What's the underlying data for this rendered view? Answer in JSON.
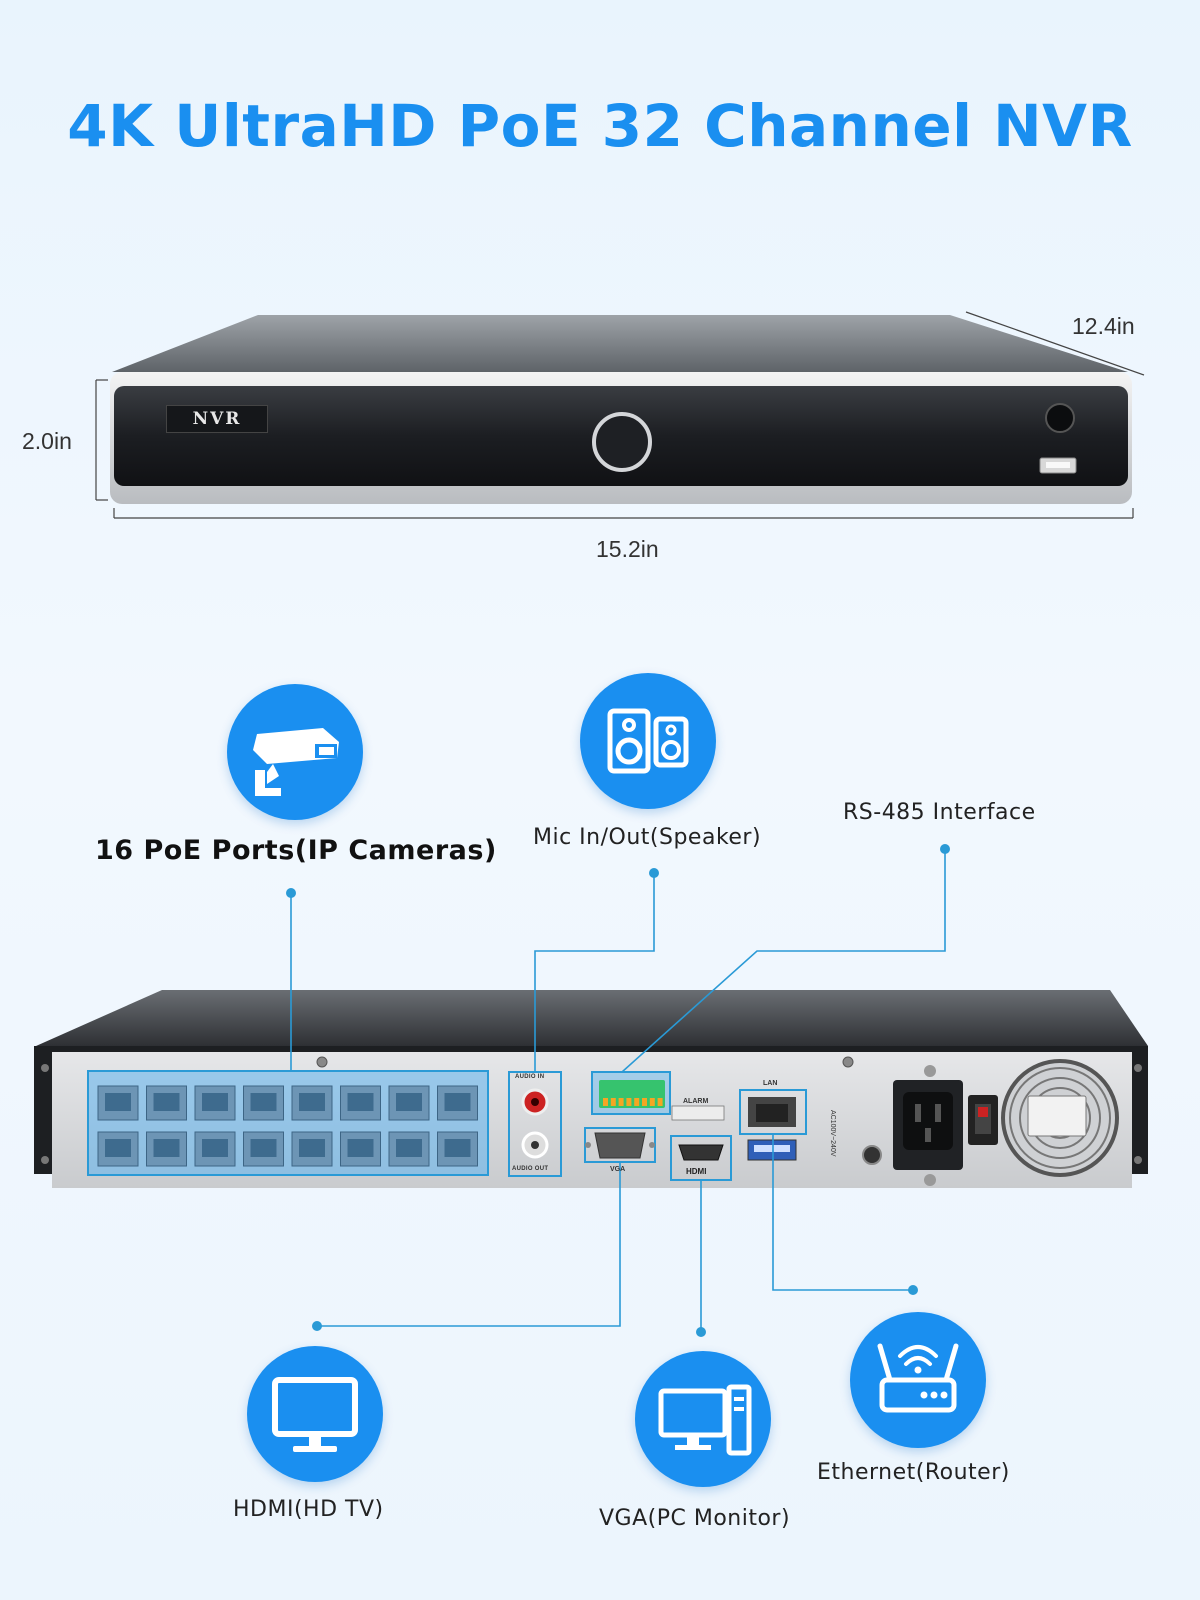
{
  "title": "4K UltraHD PoE 32 Channel NVR",
  "dimensions": {
    "height": "2.0in",
    "width": "15.2in",
    "depth": "12.4in"
  },
  "front_panel": {
    "badge": "NVR"
  },
  "rear_panel": {
    "audio_in": "AUDIO IN",
    "audio_out": "AUDIO OUT",
    "alarm": "ALARM",
    "vga": "VGA",
    "hdmi": "HDMI",
    "lan": "LAN",
    "power_rating": "AC100V~240V"
  },
  "features": {
    "poe_ports": "16 PoE Ports(IP Cameras)",
    "mic": "Mic In/Out(Speaker)",
    "rs485": "RS-485 Interface",
    "hdmi": "HDMI(HD TV)",
    "vga": "VGA(PC Monitor)",
    "ethernet": "Ethernet(Router)"
  },
  "icons": {
    "camera": "security-camera-icon",
    "speaker": "speaker-icon",
    "monitor": "monitor-icon",
    "pc": "pc-monitor-icon",
    "router": "router-icon"
  },
  "colors": {
    "accent": "#1a8ff0",
    "line": "#2a9ad6",
    "highlight_fill": "#5cb3ee",
    "port_green": "#36c36e"
  }
}
